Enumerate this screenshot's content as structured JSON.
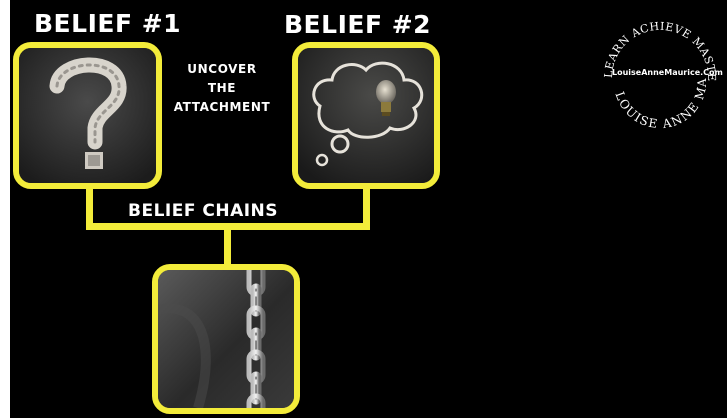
{
  "headings": {
    "belief_1": "BELIEF #1",
    "belief_2": "BELIEF #2",
    "chains": "BELIEF CHAINS"
  },
  "middle_text": {
    "line1": "UNCOVER",
    "line2": "THE",
    "line3": "ATTACHMENT"
  },
  "logo": {
    "arc_top": "LEARN ACHIEVE MASTER WITH",
    "url": "LouiseAnneMaurice.Com",
    "arc_bottom": "LOUISE ANNE MAURICE"
  },
  "colors": {
    "accent_yellow": "#f3ec3a",
    "background": "#000000",
    "text": "#ffffff"
  },
  "images": [
    {
      "name": "chalk-question-mark",
      "icon": "question-mark-icon"
    },
    {
      "name": "chalk-thought-bubble-lightbulb",
      "icon": "lightbulb-icon"
    },
    {
      "name": "metal-chain",
      "icon": "chain-icon"
    }
  ]
}
